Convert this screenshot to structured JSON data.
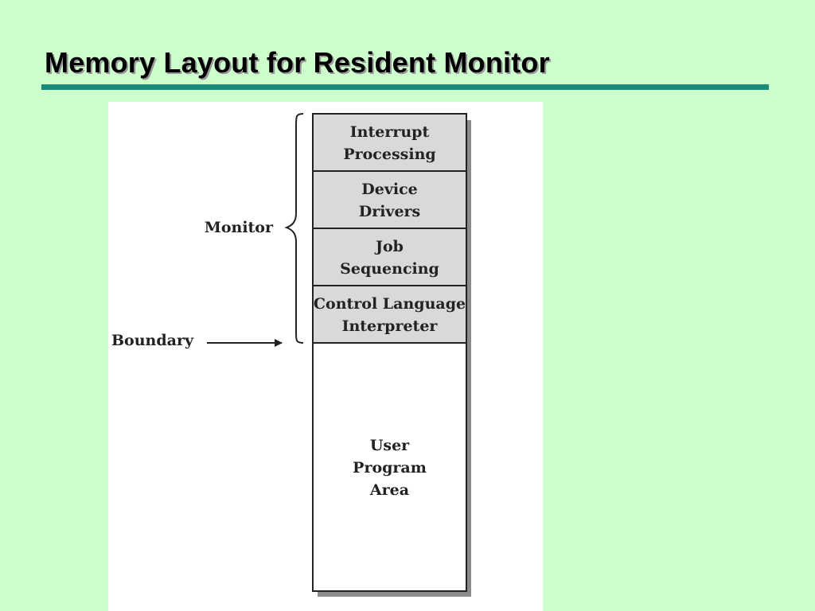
{
  "slide": {
    "title": "Memory Layout for Resident Monitor"
  },
  "diagram": {
    "monitor_label": "Monitor",
    "boundary_label": "Boundary",
    "segments": [
      {
        "lines": [
          "Interrupt",
          "Processing"
        ],
        "fill": "#d9d9d9"
      },
      {
        "lines": [
          "Device",
          "Drivers"
        ],
        "fill": "#d9d9d9"
      },
      {
        "lines": [
          "Job",
          "Sequencing"
        ],
        "fill": "#d9d9d9"
      },
      {
        "lines": [
          "Control Language",
          "Interpreter"
        ],
        "fill": "#d9d9d9"
      },
      {
        "lines": [
          "User",
          "Program",
          "Area"
        ],
        "fill": "#ffffff"
      }
    ]
  },
  "colors": {
    "background": "#ccffcc",
    "rule": "#1a8a7a",
    "monitor_segment_fill": "#d9d9d9"
  }
}
